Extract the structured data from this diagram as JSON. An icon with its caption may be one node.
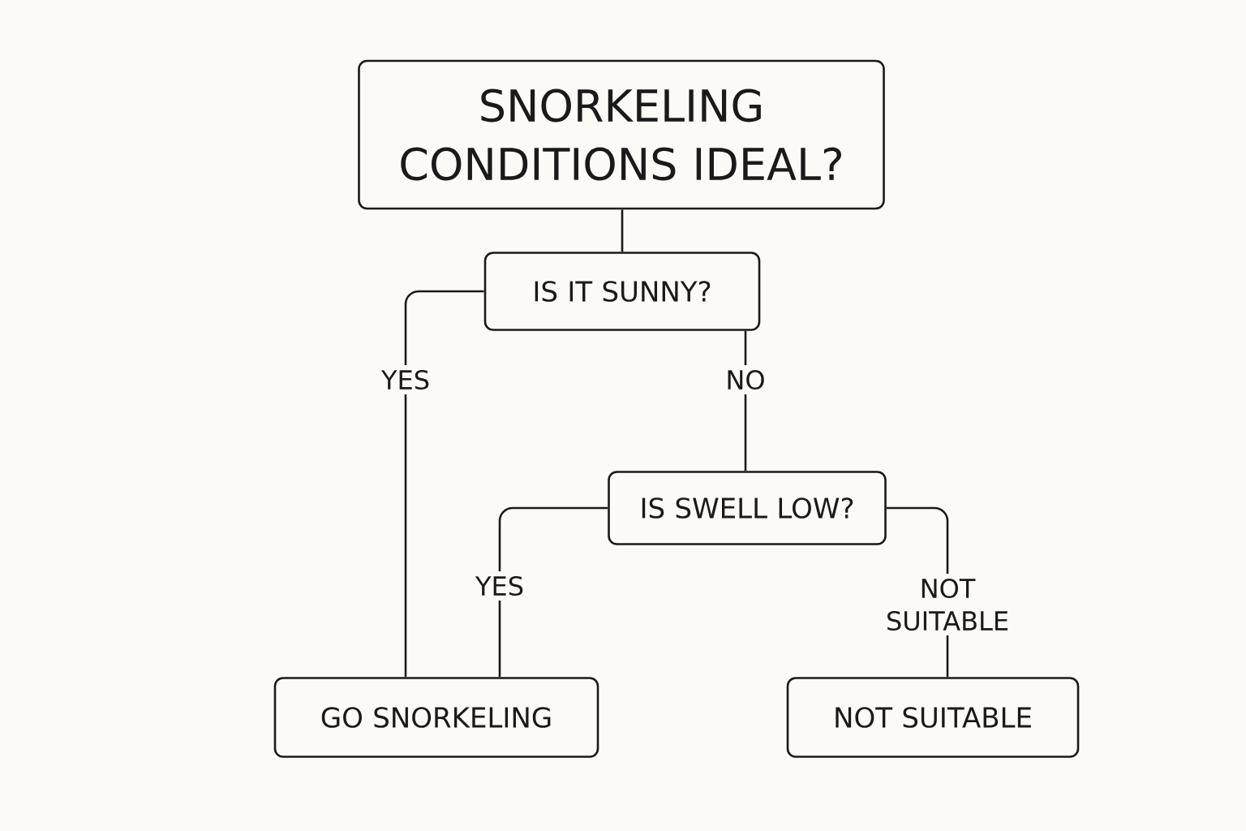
{
  "diagram": {
    "nodes": [
      {
        "text": [
          "SNORKELING CONDITIONS IDEAL?"
        ]
      },
      {
        "text": [
          "IS IT SUNNY?"
        ]
      },
      {
        "text": [
          "IS SWELL LOW?"
        ]
      },
      {
        "text": [
          "GO SNORKELING"
        ]
      },
      {
        "text": [
          "NOT SUITABLE"
        ]
      }
    ],
    "edges": [
      {
        "from": 0,
        "to": 1,
        "arrow": "none"
      },
      {
        "from": 1,
        "to": 3,
        "arrow": "none",
        "label": "YES"
      },
      {
        "from": 1,
        "to": 2,
        "arrow": "none",
        "label": "NO"
      },
      {
        "from": 2,
        "to": 3,
        "arrow": "none",
        "label": "YES"
      },
      {
        "from": 2,
        "to": 4,
        "arrow": "none",
        "label": "NOT SUITABLE"
      }
    ]
  }
}
